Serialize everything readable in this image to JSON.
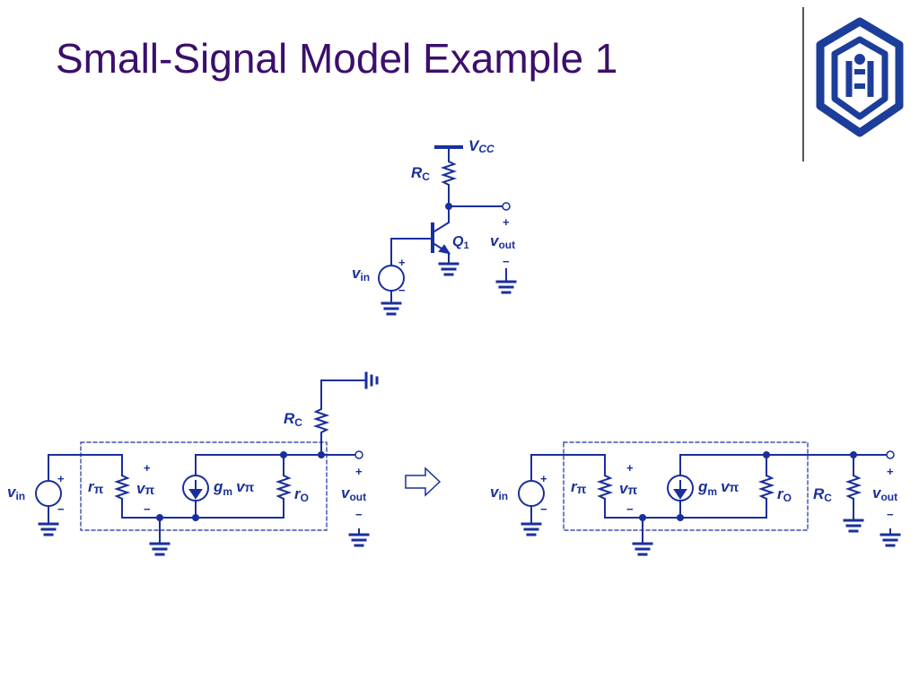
{
  "slide": {
    "title": "Small-Signal Model Example 1"
  },
  "colors": {
    "title": "#3b0f6b",
    "circuit": "#1a2f9c",
    "logo": "#1d3d9a",
    "rule": "#555555"
  },
  "logo": {
    "icon": "university-emblem-icon"
  },
  "top_circuit": {
    "vcc_v": "V",
    "vcc_sub": "CC",
    "rc_r": "R",
    "rc_sub": "C",
    "q1_q": "Q",
    "q1_sub": "1",
    "vin_v": "v",
    "vin_sub": "in",
    "plus": "+",
    "minus": "−",
    "vout_v": "v",
    "vout_sub": "out"
  },
  "model_circuit": {
    "vin_v": "v",
    "vin_sub": "in",
    "rpi_r": "r",
    "rpi_sub": "π",
    "vpi_v": "v",
    "vpi_sub": "π",
    "gm_g": "g",
    "gm_sub": "m",
    "gm_v": "v",
    "gm_pi": "π",
    "ro_r": "r",
    "ro_sub": "O",
    "rc_r": "R",
    "rc_sub": "C",
    "vout_v": "v",
    "vout_sub": "out",
    "plus": "+",
    "minus": "−"
  },
  "arrow": {
    "icon": "right-arrow-icon"
  }
}
